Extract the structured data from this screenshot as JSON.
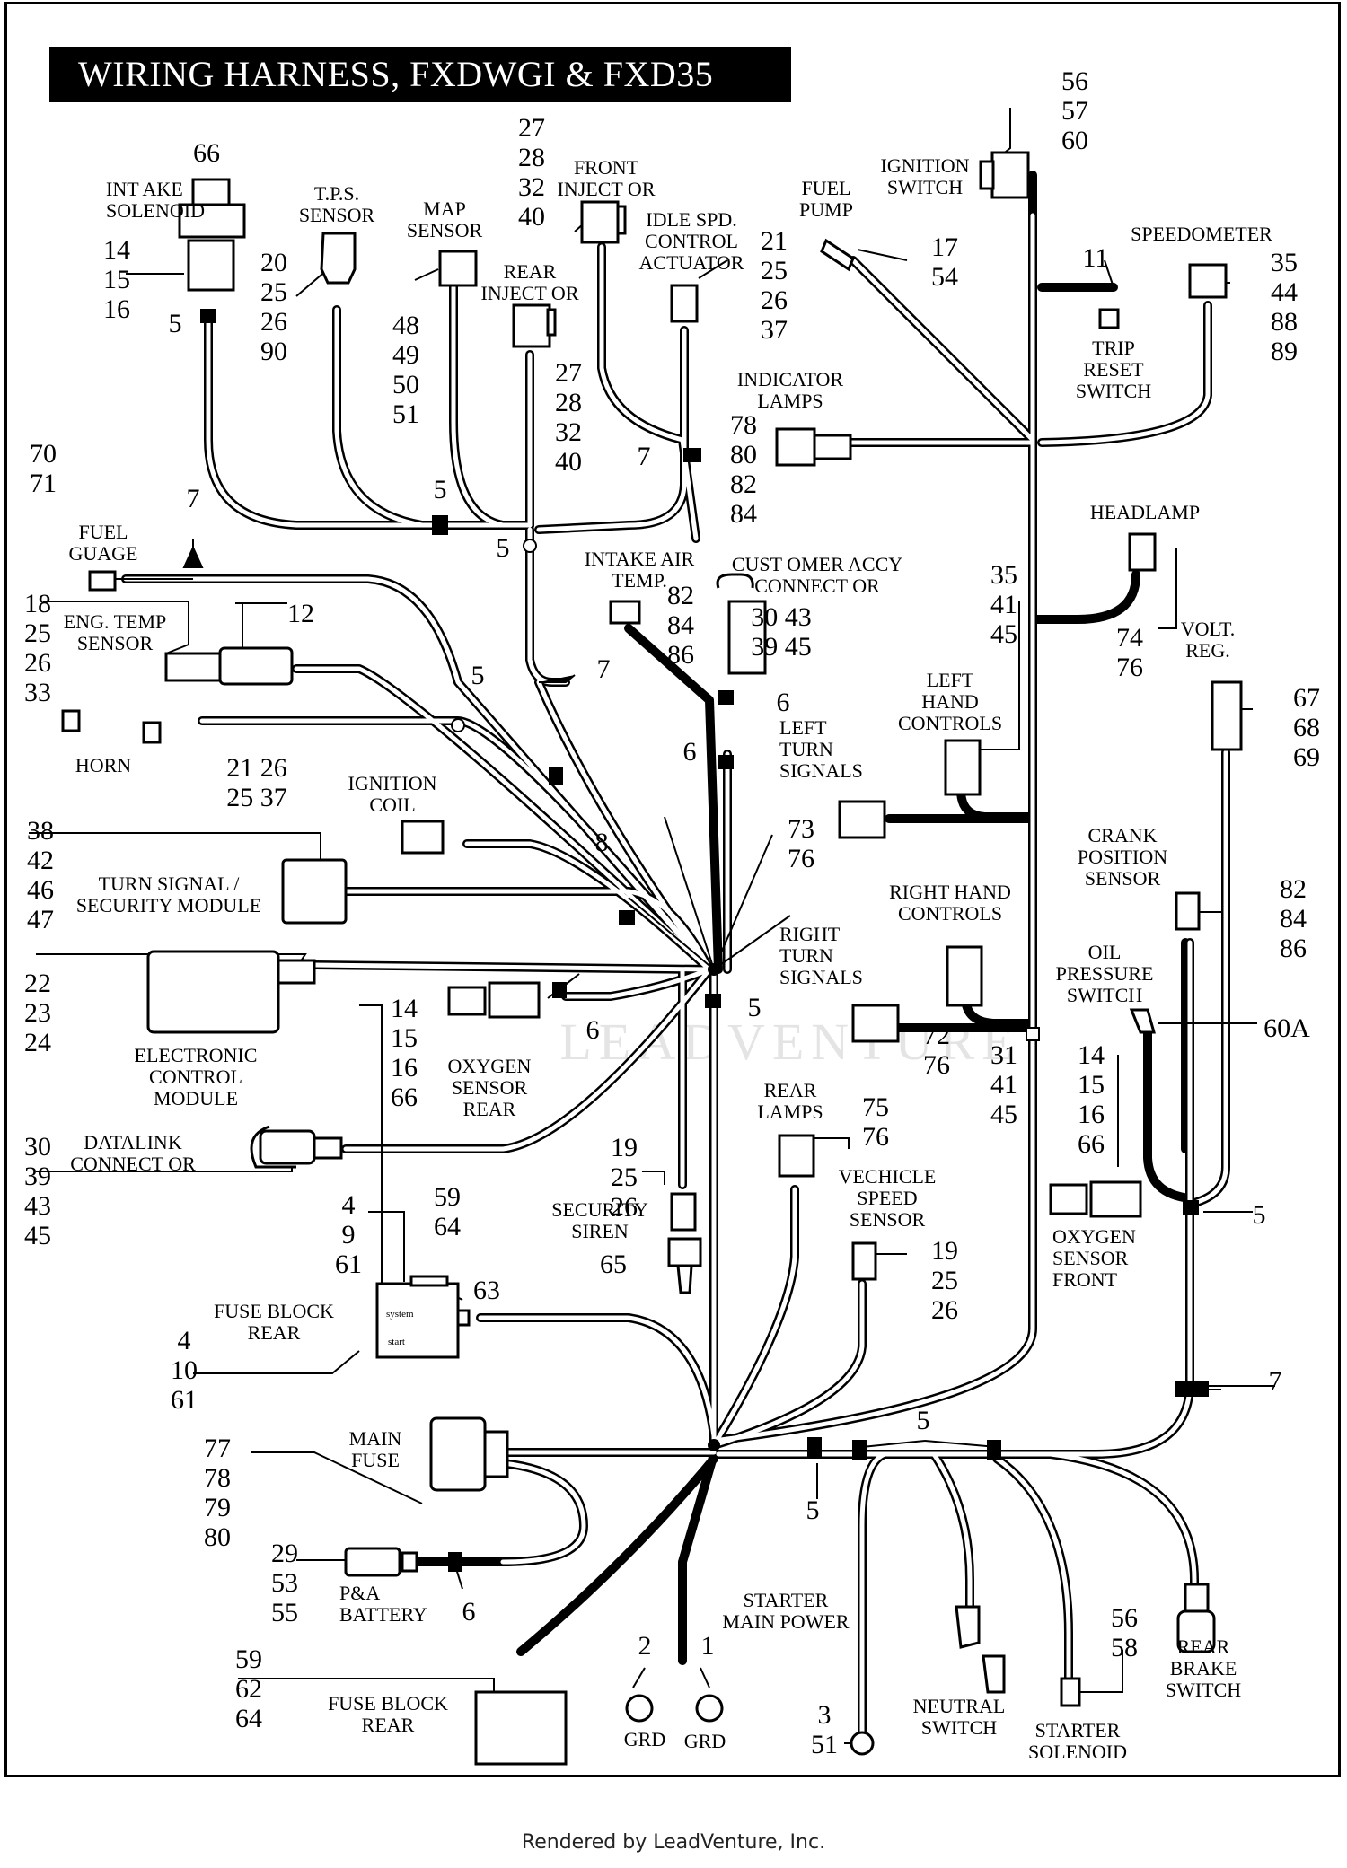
{
  "title": "WIRING HARNESS, FXDWGI & FXD35",
  "footer": "Rendered by LeadVenture, Inc.",
  "watermark": "LEADVENTURE",
  "components": {
    "intake_solenoid": "INT AKE\nSOLENOID",
    "tps_sensor": "T.P.S.\nSENSOR",
    "map_sensor": "MAP\nSENSOR",
    "front_injector": "FRONT\nINJECT OR",
    "rear_injector": "REAR\nINJECT OR",
    "idle_speed_actuator": "IDLE SPD.\nCONTROL\nACTUATOR",
    "fuel_pump": "FUEL\nPUMP",
    "ignition_switch": "IGNITION\nSWITCH",
    "speedometer": "SPEEDOMETER",
    "trip_reset_switch": "TRIP\nRESET\nSWITCH",
    "indicator_lamps": "INDICATOR\nLAMPS",
    "headlamp": "HEADLAMP",
    "fuel_gauge": "FUEL\nGUAGE",
    "eng_temp_sensor": "ENG. TEMP\nSENSOR",
    "intake_air_temp": "INTAKE   AIR\nTEMP.",
    "customer_accy_connector": "CUST OMER  ACCY\nCONNECT    OR",
    "horn": "HORN",
    "volt_reg": "VOLT.\nREG.",
    "left_hand_controls": "LEFT\nHAND\nCONTROLS",
    "left_turn_signals": "LEFT\nTURN\nSIGNALS",
    "ignition_coil": "IGNITION\nCOIL",
    "turn_signal_security_module": "TURN SIGNAL /\nSECURITY MODULE",
    "crank_position_sensor": "CRANK\nPOSITION\nSENSOR",
    "right_hand_controls": "RIGHT HAND\nCONTROLS",
    "right_turn_signals": "RIGHT\nTURN\nSIGNALS",
    "electronic_control_module": "ELECTRONIC\nCONTROL\nMODULE",
    "oxygen_sensor_rear": "OXYGEN\nSENSOR\nREAR",
    "oil_pressure_switch": "OIL\nPRESSURE\nSWITCH",
    "datalink_connector": "DATALINK\nCONNECT OR",
    "rear_lamps": "REAR\nLAMPS",
    "vehicle_speed_sensor": "VECHICLE\nSPEED\nSENSOR",
    "security_siren": "SECURITY\nSIREN",
    "oxygen_sensor_front": "OXYGEN\nSENSOR\nFRONT",
    "fuse_block_rear_upper": "FUSE BLOCK\nREAR",
    "main_fuse": "MAIN\nFUSE",
    "pa_battery": "P&A\nBATTERY",
    "starter_main_power": "STARTER\nMAIN POWER",
    "fuse_block_rear_lower": "FUSE BLOCK\nREAR",
    "grd_left": "GRD",
    "grd_right": "GRD",
    "neutral_switch": "NEUTRAL\nSWITCH",
    "starter_solenoid": "STARTER\nSOLENOID",
    "rear_brake_switch": "REAR\nBRAKE\nSWITCH",
    "system_tag": "system",
    "start_tag": "start"
  },
  "callouts": {
    "intake_solenoid_top": "66",
    "intake_solenoid": "14\n15\n16",
    "intake_solenoid_clip": "5",
    "tps_sensor": "20\n25\n26\n90",
    "map_sensor": "48\n49\n50\n51",
    "front_injector": "27\n28\n32\n40",
    "rear_injector": "27\n28\n32\n40",
    "idle_speed_actuator": "21\n25\n26\n37",
    "fuel_pump": "17\n54",
    "ignition_switch": "56\n57\n60",
    "trip_reset_switch": "11",
    "speedometer": "35\n44\n88\n89",
    "fuel_gauge": "70\n71",
    "fuel_gauge_clip": "7",
    "upper_clip_center": "5",
    "upper_clip_junction": "5",
    "idle_clip": "7",
    "indicator_lamps": "78\n80\n82\n84",
    "headlamp": "74\n76",
    "headlamp_wire": "35\n41\n45",
    "eng_temp_sensor": "18\n25\n26\n33",
    "eng_temp_part": "12",
    "intake_air_temp": "82\n84\n86",
    "customer_accy": "30  43\n39  45",
    "customer_accy_clip": "6",
    "left_turn_clip": "6",
    "horn_clip": "5",
    "central_clip": "7",
    "ignition_coil": "21  26\n25  37",
    "left_turn_signals": "73\n76",
    "volt_reg": "67\n68\n69",
    "turn_signal_module": "38\n42\n46\n47",
    "tie_wrap": "8",
    "ecm": "22\n23\n24",
    "crank_position_sensor": "82\n84\n86",
    "oxygen_sensor_rear": "14\n15\n16\n66",
    "oxygen_rear_clip": "6",
    "right_hand_clip": "5",
    "right_turn_signals": "72\n76",
    "right_hand_controls": "31\n41\n45",
    "oil_pressure_switch": "60A",
    "oxygen_sensor_front": "14\n15\n16\n66",
    "oxygen_front_clip": "5",
    "datalink": "30\n39\n43\n45",
    "rear_lamps": "75\n76",
    "security_siren": "19\n25\n26",
    "siren_bracket": "65",
    "vehicle_speed_sensor": "19\n25\n26",
    "fuse_block_upper_left": "4\n9\n61",
    "fuse_block_upper_top": "59\n64",
    "fuse_block_upper_side": "63",
    "fuse_block_upper_bottom": "4\n10\n61",
    "rear_frame_clip": "7",
    "main_fuse": "77\n78\n79\n80",
    "lower_clips": "5",
    "lower_center_clip": "5",
    "pa_battery": "29\n53\n55",
    "battery_clip": "6",
    "fuse_block_lower": "59\n62\n64",
    "grd_left": "2",
    "grd_right": "1",
    "ring_terminal": "3\n51",
    "starter_solenoid": "56\n58"
  }
}
